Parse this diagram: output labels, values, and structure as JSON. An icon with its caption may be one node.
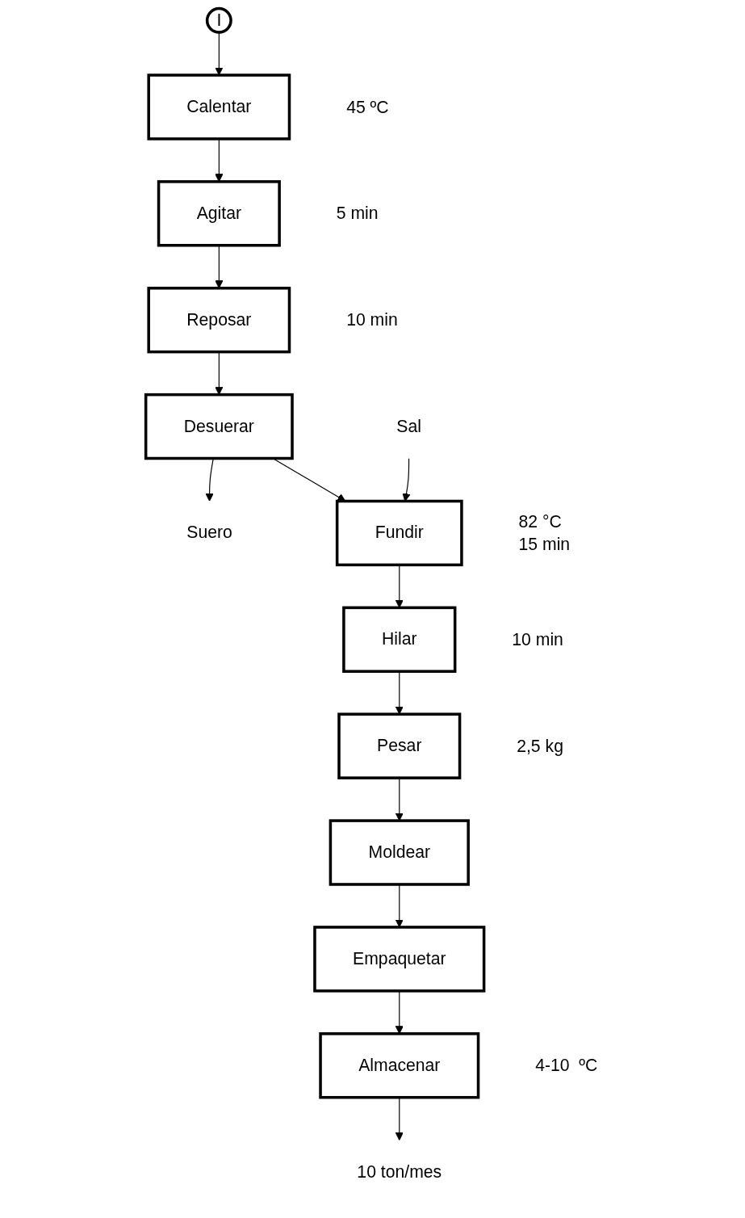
{
  "diagram": {
    "nodes": [
      {
        "text": [
          "I"
        ]
      },
      {
        "text": [
          "Calentar"
        ],
        "beside": [
          "45 ºC"
        ]
      },
      {
        "text": [
          "Agitar"
        ],
        "beside": [
          "5 min"
        ]
      },
      {
        "text": [
          "Reposar"
        ],
        "beside": [
          "10 min"
        ]
      },
      {
        "text": [
          "Desuerar"
        ]
      },
      {
        "text": [
          "Suero"
        ]
      },
      {
        "text": [
          "Fundir"
        ],
        "beside": [
          "82 °C",
          "15 min"
        ]
      },
      {
        "text": [
          "Sal"
        ]
      },
      {
        "text": [
          "Hilar"
        ],
        "beside": [
          "10 min"
        ]
      },
      {
        "text": [
          "Pesar"
        ],
        "beside": [
          "2,5 kg"
        ]
      },
      {
        "text": [
          "Moldear"
        ]
      },
      {
        "text": [
          "Empaquetar"
        ]
      },
      {
        "text": [
          "Almacenar"
        ],
        "beside": [
          "4-10  ºC"
        ]
      },
      {
        "text": [
          "10 ton/mes"
        ]
      }
    ],
    "edges": [
      {
        "from": 0,
        "to": 1,
        "arrow": "to"
      },
      {
        "from": 1,
        "to": 2,
        "arrow": "to"
      },
      {
        "from": 2,
        "to": 3,
        "arrow": "to"
      },
      {
        "from": 3,
        "to": 4,
        "arrow": "to"
      },
      {
        "from": 4,
        "to": 5,
        "arrow": "to"
      },
      {
        "from": 4,
        "to": 6,
        "arrow": "to"
      },
      {
        "from": 7,
        "to": 6,
        "arrow": "to"
      },
      {
        "from": 6,
        "to": 8,
        "arrow": "to"
      },
      {
        "from": 8,
        "to": 9,
        "arrow": "to"
      },
      {
        "from": 9,
        "to": 10,
        "arrow": "to"
      },
      {
        "from": 10,
        "to": 11,
        "arrow": "to"
      },
      {
        "from": 11,
        "to": 12,
        "arrow": "to"
      },
      {
        "from": 12,
        "to": 13,
        "arrow": "to"
      }
    ]
  }
}
